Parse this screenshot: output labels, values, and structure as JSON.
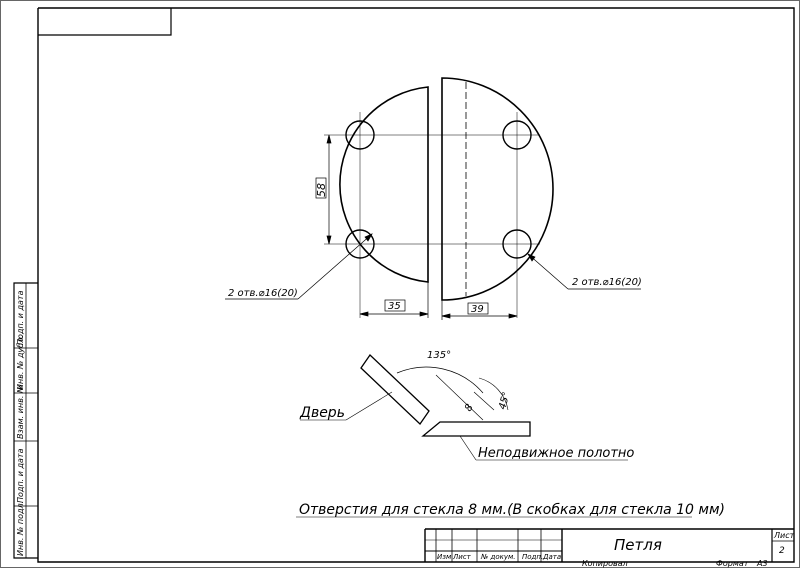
{
  "drawing": {
    "dimensions": {
      "vertical_spacing": "58",
      "left_offset": "35",
      "right_offset": "39",
      "angle": "135°",
      "thickness": "8",
      "bevel_angle": "45°"
    },
    "callouts": {
      "holes_left": "2 отв.⌀16(20)",
      "holes_right": "2 отв.⌀16(20)",
      "door": "Дверь",
      "fixed_panel": "Неподвижное полотно"
    },
    "note": "Отверстия для стекла 8 мм.(В скобках для стекла 10 мм)"
  },
  "side_strip": [
    "Инв. № подл.",
    "Подп. и дата",
    "Взам. инв. №",
    "Инв. № дубл.",
    "Подп. и дата"
  ],
  "title_block": {
    "headers": [
      "Изм",
      "Лист",
      "№ докум.",
      "Подп.",
      "Дата"
    ],
    "title": "Петля",
    "sheet_label": "Лист",
    "sheet_number": "2",
    "copied_by": "Копировал",
    "format_label": "Формат",
    "format_value": "А3"
  }
}
